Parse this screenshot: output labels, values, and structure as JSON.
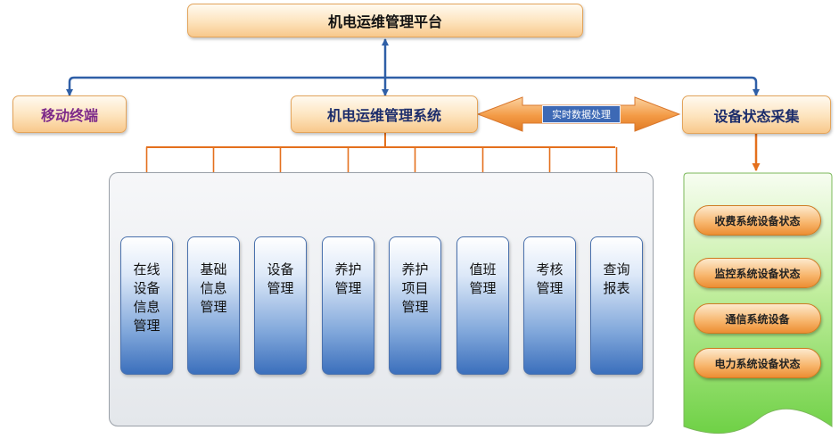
{
  "platform": {
    "title": "机电运维管理平台"
  },
  "mobile": {
    "label": "移动终端"
  },
  "system": {
    "label": "机电运维管理系统"
  },
  "equipment": {
    "label": "设备状态采集"
  },
  "link": {
    "label": "实时数据处理"
  },
  "modules": [
    {
      "label": "在线\n设备\n信息\n管理"
    },
    {
      "label": "基础\n信息\n管理"
    },
    {
      "label": "设备\n管理"
    },
    {
      "label": "养护\n管理"
    },
    {
      "label": "养护\n项目\n管理"
    },
    {
      "label": "值班\n管理"
    },
    {
      "label": "考核\n管理"
    },
    {
      "label": "查询\n报表"
    }
  ],
  "status_items": [
    {
      "label": "收费系统设备状态"
    },
    {
      "label": "监控系统设备状态"
    },
    {
      "label": "通信系统设备"
    },
    {
      "label": "电力系统设备状态"
    }
  ],
  "colors": {
    "connector_blue": "#2f5fa7",
    "connector_orange": "#e4701d",
    "panel_green": "#7ed957"
  }
}
